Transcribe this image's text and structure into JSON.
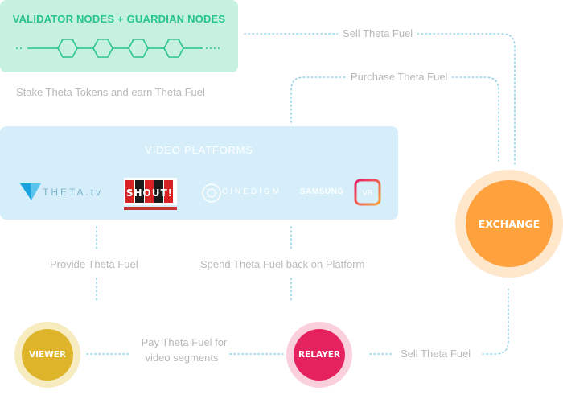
{
  "validator": {
    "title": "VALIDATOR NODES + GUARDIAN NODES",
    "caption": "Stake Theta Tokens and earn Theta Fuel"
  },
  "platforms": {
    "title": "VIDEO PLATFORMS",
    "logos": {
      "theta": "THETA.tv",
      "shout": "SHOUT!",
      "cinedigm": "CINEDIGM",
      "samsung": "SAMSUNG",
      "vr": "VR"
    }
  },
  "flows": {
    "sell_top": "Sell Theta Fuel",
    "purchase": "Purchase Theta Fuel",
    "provide": "Provide Theta Fuel",
    "spend": "Spend Theta Fuel back on Platform",
    "pay_line1": "Pay Theta Fuel for",
    "pay_line2": "video segments",
    "sell_bottom": "Sell Theta Fuel"
  },
  "nodes": {
    "exchange": "EXCHANGE",
    "viewer": "VIEWER",
    "relayer": "RELAYER"
  },
  "colors": {
    "validator_bg": "#c6f1df",
    "validator_accent": "#26c48c",
    "platform_bg": "#d5eef9",
    "connector": "#8fd3ea",
    "exchange": "#ffa13d",
    "viewer": "#ddb42a",
    "relayer": "#e5225e"
  }
}
